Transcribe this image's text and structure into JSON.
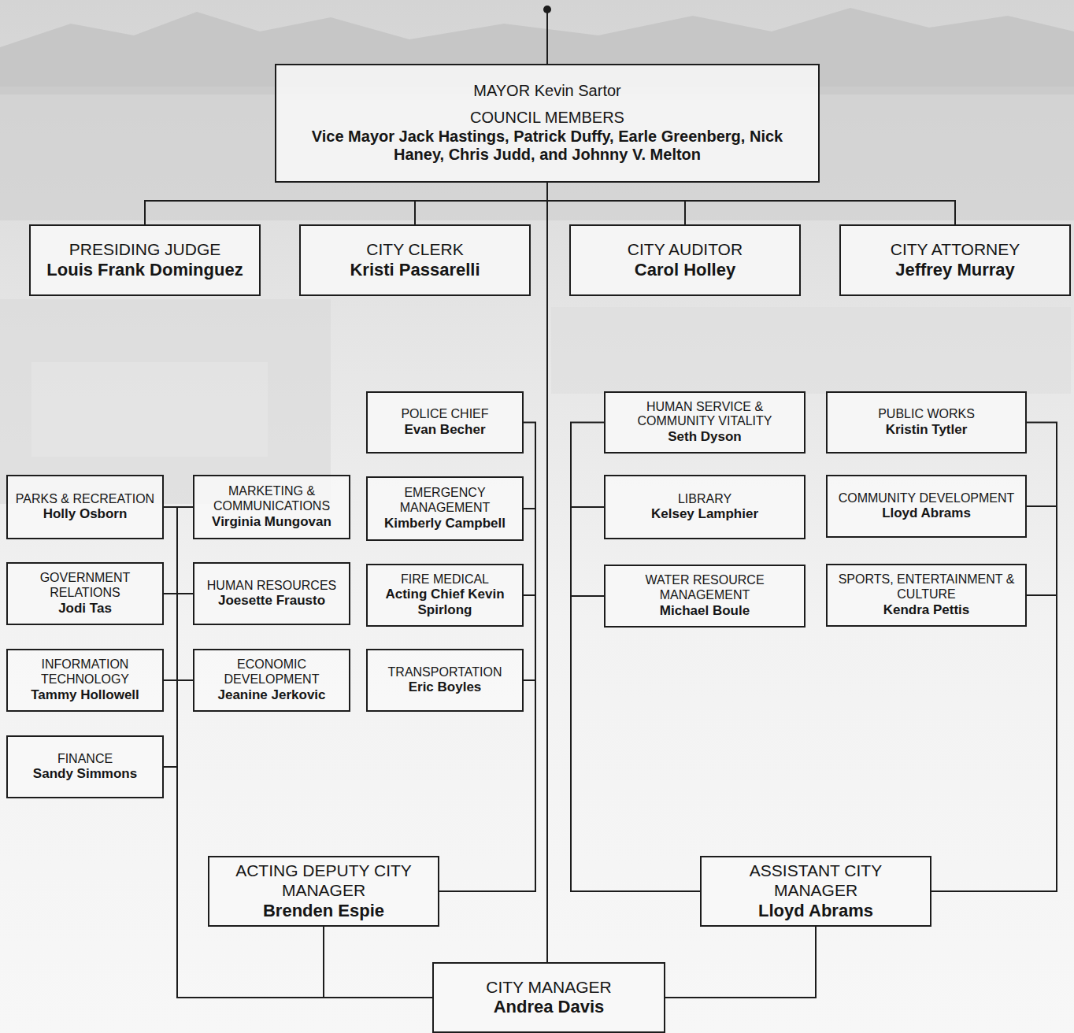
{
  "diagram": {
    "nodes": [
      {
        "text": [
          "MAYOR Kevin Sartor",
          "COUNCIL MEMBERS",
          "Vice Mayor Jack Hastings, Patrick Duffy, Earle Greenberg, Nick Haney, Chris Judd, and Johnny V. Melton"
        ]
      },
      {
        "text": [
          "PRESIDING JUDGE",
          "Louis Frank Dominguez"
        ]
      },
      {
        "text": [
          "CITY CLERK",
          "Kristi Passarelli"
        ]
      },
      {
        "text": [
          "CITY AUDITOR",
          "Carol Holley"
        ]
      },
      {
        "text": [
          "CITY ATTORNEY",
          "Jeffrey Murray"
        ]
      },
      {
        "text": [
          "POLICE CHIEF",
          "Evan Becher"
        ]
      },
      {
        "text": [
          "HUMAN SERVICE & COMMUNITY VITALITY",
          "Seth Dyson"
        ]
      },
      {
        "text": [
          "PUBLIC WORKS",
          "Kristin Tytler"
        ]
      },
      {
        "text": [
          "PARKS & RECREATION",
          "Holly Osborn"
        ]
      },
      {
        "text": [
          "MARKETING & COMMUNICATIONS",
          "Virginia Mungovan"
        ]
      },
      {
        "text": [
          "EMERGENCY MANAGEMENT",
          "Kimberly Campbell"
        ]
      },
      {
        "text": [
          "LIBRARY",
          "Kelsey Lamphier"
        ]
      },
      {
        "text": [
          "COMMUNITY DEVELOPMENT",
          "Lloyd Abrams"
        ]
      },
      {
        "text": [
          "GOVERNMENT RELATIONS",
          "Jodi Tas"
        ]
      },
      {
        "text": [
          "HUMAN RESOURCES",
          "Joesette Frausto"
        ]
      },
      {
        "text": [
          "FIRE MEDICAL",
          "Acting Chief Kevin Spirlong"
        ]
      },
      {
        "text": [
          "WATER RESOURCE MANAGEMENT",
          "Michael Boule"
        ]
      },
      {
        "text": [
          "SPORTS, ENTERTAINMENT & CULTURE",
          "Kendra Pettis"
        ]
      },
      {
        "text": [
          "INFORMATION TECHNOLOGY",
          "Tammy Hollowell"
        ]
      },
      {
        "text": [
          "ECONOMIC DEVELOPMENT",
          "Jeanine Jerkovic"
        ]
      },
      {
        "text": [
          "TRANSPORTATION",
          "Eric Boyles"
        ]
      },
      {
        "text": [
          "FINANCE",
          "Sandy Simmons"
        ]
      },
      {
        "text": [
          "ACTING DEPUTY CITY MANAGER",
          "Brenden Espie"
        ]
      },
      {
        "text": [
          "ASSISTANT CITY MANAGER",
          "Lloyd Abrams"
        ]
      },
      {
        "text": [
          "CITY MANAGER",
          "Andrea Davis"
        ]
      }
    ],
    "edges": [
      {
        "from": 0,
        "to": 1,
        "arrow": "none"
      },
      {
        "from": 0,
        "to": 2,
        "arrow": "none"
      },
      {
        "from": 0,
        "to": 3,
        "arrow": "none"
      },
      {
        "from": 0,
        "to": 4,
        "arrow": "none"
      },
      {
        "from": 0,
        "to": 24,
        "arrow": "none"
      },
      {
        "from": 24,
        "to": 22,
        "arrow": "none"
      },
      {
        "from": 24,
        "to": 23,
        "arrow": "none"
      },
      {
        "from": 24,
        "to": 8,
        "arrow": "none"
      },
      {
        "from": 24,
        "to": 9,
        "arrow": "none"
      },
      {
        "from": 24,
        "to": 13,
        "arrow": "none"
      },
      {
        "from": 24,
        "to": 14,
        "arrow": "none"
      },
      {
        "from": 24,
        "to": 18,
        "arrow": "none"
      },
      {
        "from": 24,
        "to": 19,
        "arrow": "none"
      },
      {
        "from": 24,
        "to": 21,
        "arrow": "none"
      },
      {
        "from": 22,
        "to": 5,
        "arrow": "none"
      },
      {
        "from": 22,
        "to": 10,
        "arrow": "none"
      },
      {
        "from": 22,
        "to": 15,
        "arrow": "none"
      },
      {
        "from": 22,
        "to": 20,
        "arrow": "none"
      },
      {
        "from": 23,
        "to": 6,
        "arrow": "none"
      },
      {
        "from": 23,
        "to": 11,
        "arrow": "none"
      },
      {
        "from": 23,
        "to": 16,
        "arrow": "none"
      },
      {
        "from": 23,
        "to": 7,
        "arrow": "none"
      },
      {
        "from": 23,
        "to": 12,
        "arrow": "none"
      },
      {
        "from": 23,
        "to": 17,
        "arrow": "none"
      }
    ]
  }
}
